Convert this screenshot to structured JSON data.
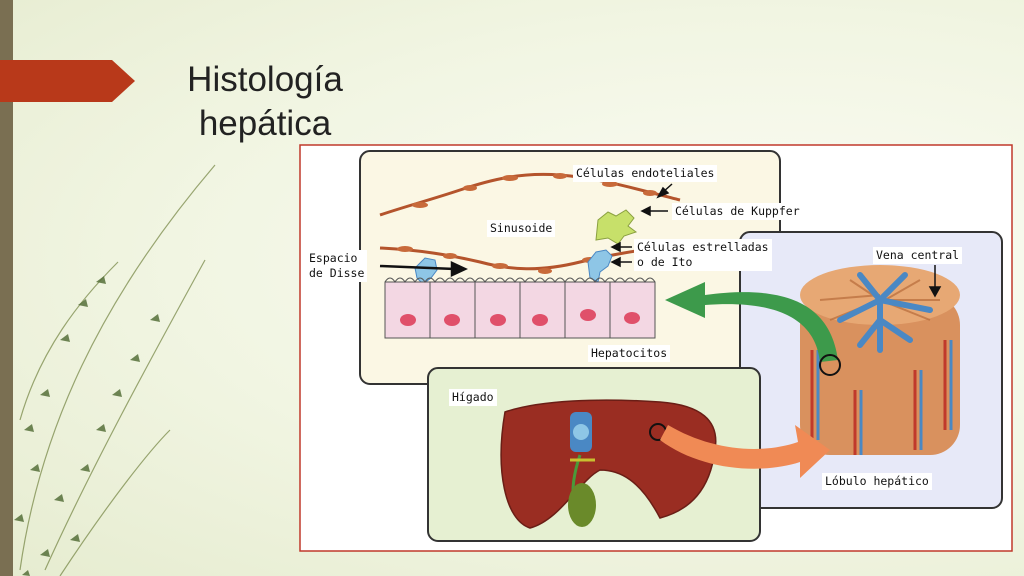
{
  "slide": {
    "title_lines": [
      "Histología",
      "hepática"
    ],
    "accent_color": "#b8391a"
  },
  "figure": {
    "labels": {
      "endothelial": "Células endoteliales",
      "kupffer": "Células de Kuppfer",
      "sinusoid": "Sinusoide",
      "stellate_line1": "Células estrelladas",
      "stellate_line2": "o de Ito",
      "disse_line1": "Espacio",
      "disse_line2": "de Disse",
      "hepatocytes": "Hepatocitos",
      "central_vein": "Vena central",
      "liver": "Hígado",
      "lobule": "Lóbulo hepático"
    },
    "colors": {
      "liver": "#9a2d22",
      "lobule": "#d9915e",
      "vein": "#4a88c4",
      "cell_pink": "#f3d7e3",
      "nucleus": "#e0506a",
      "green_arrow": "#3d9a4b",
      "orange_arrow": "#f08a55"
    }
  }
}
